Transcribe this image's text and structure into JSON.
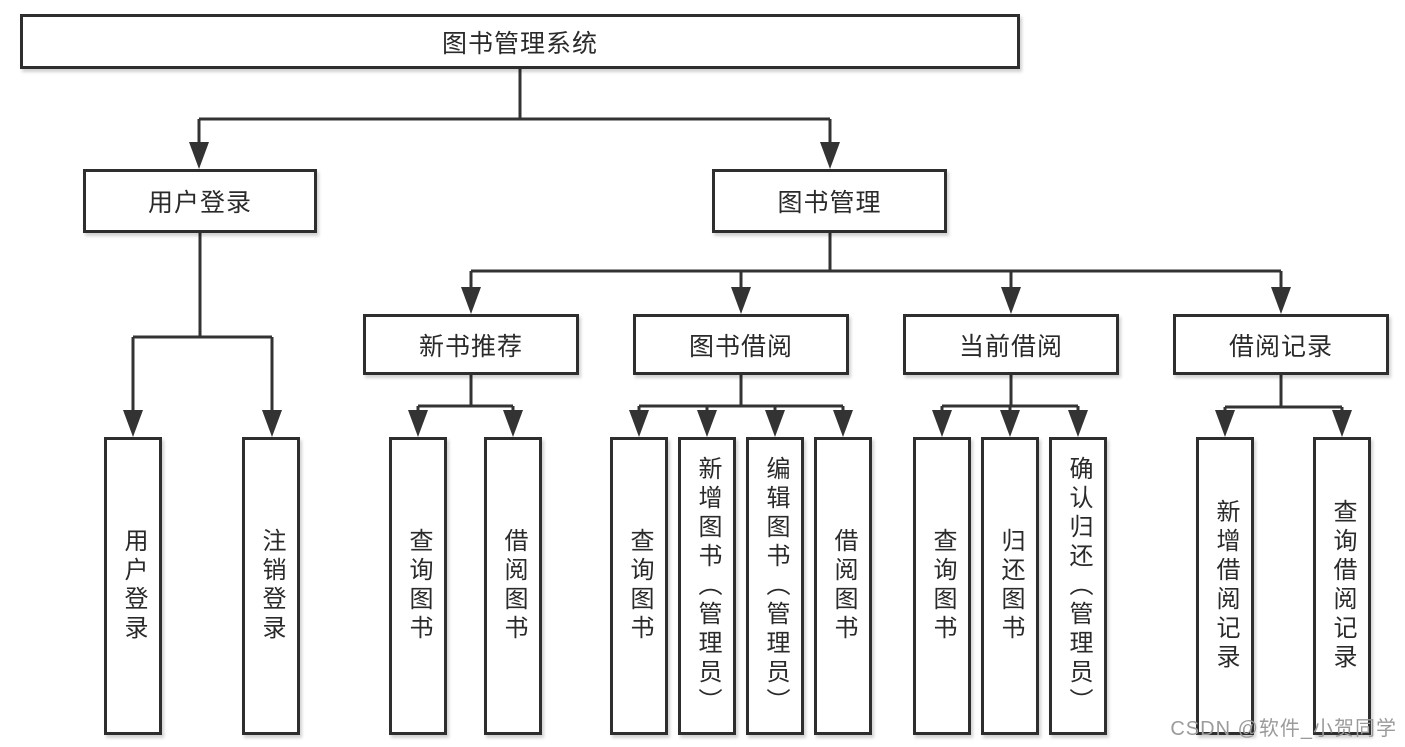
{
  "page": {
    "background": "#ffffff"
  },
  "colors": {
    "line": "#333333",
    "box_border": "#2e2e2e",
    "text": "#2a2a2a",
    "watermark": "#9b9b9b"
  },
  "watermark": {
    "text": "CSDN @软件_小贺同学"
  },
  "tree": {
    "root": {
      "label": "图书管理系统"
    },
    "level2": [
      {
        "label": "用户登录",
        "children": [
          {
            "label": "用户登录"
          },
          {
            "label": "注销登录"
          }
        ]
      },
      {
        "label": "图书管理"
      }
    ],
    "level3": [
      {
        "label": "新书推荐",
        "children": [
          {
            "label": "查询图书"
          },
          {
            "label": "借阅图书"
          }
        ]
      },
      {
        "label": "图书借阅",
        "children": [
          {
            "label": "查询图书"
          },
          {
            "label": "新增图书（管理员）"
          },
          {
            "label": "编辑图书（管理员）"
          },
          {
            "label": "借阅图书"
          }
        ]
      },
      {
        "label": "当前借阅",
        "children": [
          {
            "label": "查询图书"
          },
          {
            "label": "归还图书"
          },
          {
            "label": "确认归还（管理员）"
          }
        ]
      },
      {
        "label": "借阅记录",
        "children": [
          {
            "label": "新增借阅记录"
          },
          {
            "label": "查询借阅记录"
          }
        ]
      }
    ]
  }
}
